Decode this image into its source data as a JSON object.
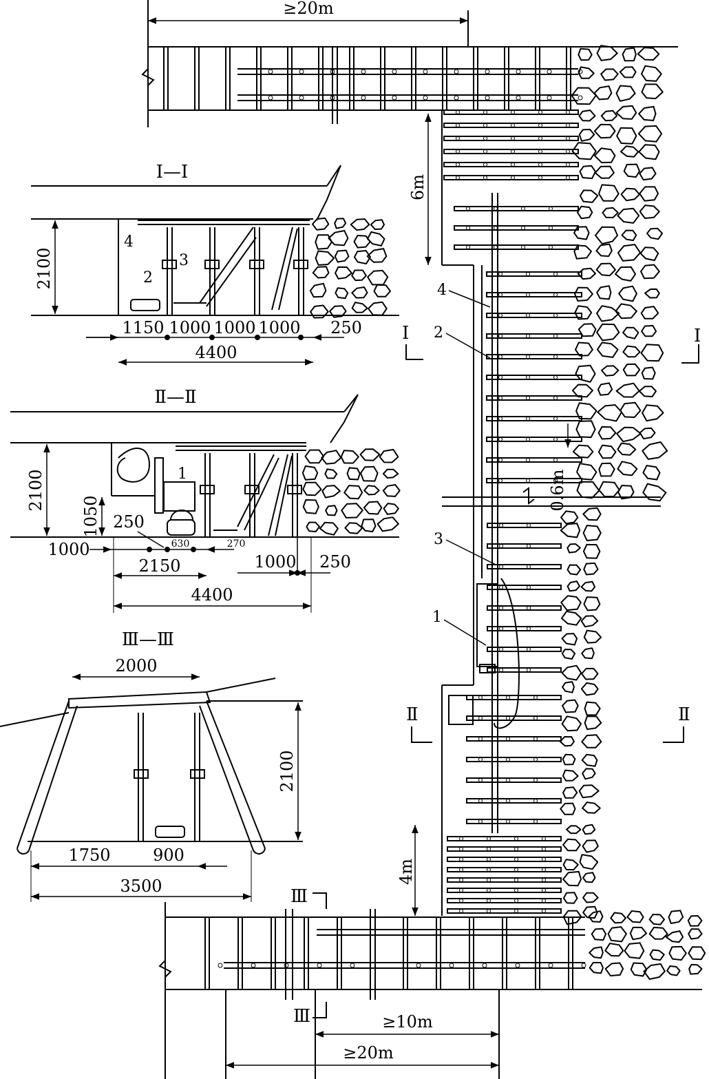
{
  "top_dimension": "≥20m",
  "bottom_dimension_1": "≥10m",
  "bottom_dimension_2": "≥20m",
  "dim_6m": "6m",
  "dim_4m": "4m",
  "dim_06m": "0.6m",
  "labels": {
    "n1": "1",
    "n2": "2",
    "n3": "3",
    "n4": "4"
  },
  "section_marks": {
    "I": "Ⅰ",
    "II": "Ⅱ",
    "III": "Ⅲ"
  },
  "section_I": {
    "title": "Ⅰ—Ⅰ",
    "height": "2100",
    "spans": [
      "1150",
      "1000",
      "1000",
      "1000",
      "250"
    ],
    "total": "4400"
  },
  "section_II": {
    "title": "Ⅱ—Ⅱ",
    "height": "2100",
    "height2": "1050",
    "d250a": "250",
    "d1000a": "1000",
    "d630": "630",
    "d270": "270",
    "d2150": "2150",
    "d1000b": "1000",
    "d250b": "250",
    "total": "4400"
  },
  "section_III": {
    "title": "Ⅲ—Ⅲ",
    "top": "2000",
    "height": "2100",
    "d1750": "1750",
    "d900": "900",
    "total": "3500"
  }
}
